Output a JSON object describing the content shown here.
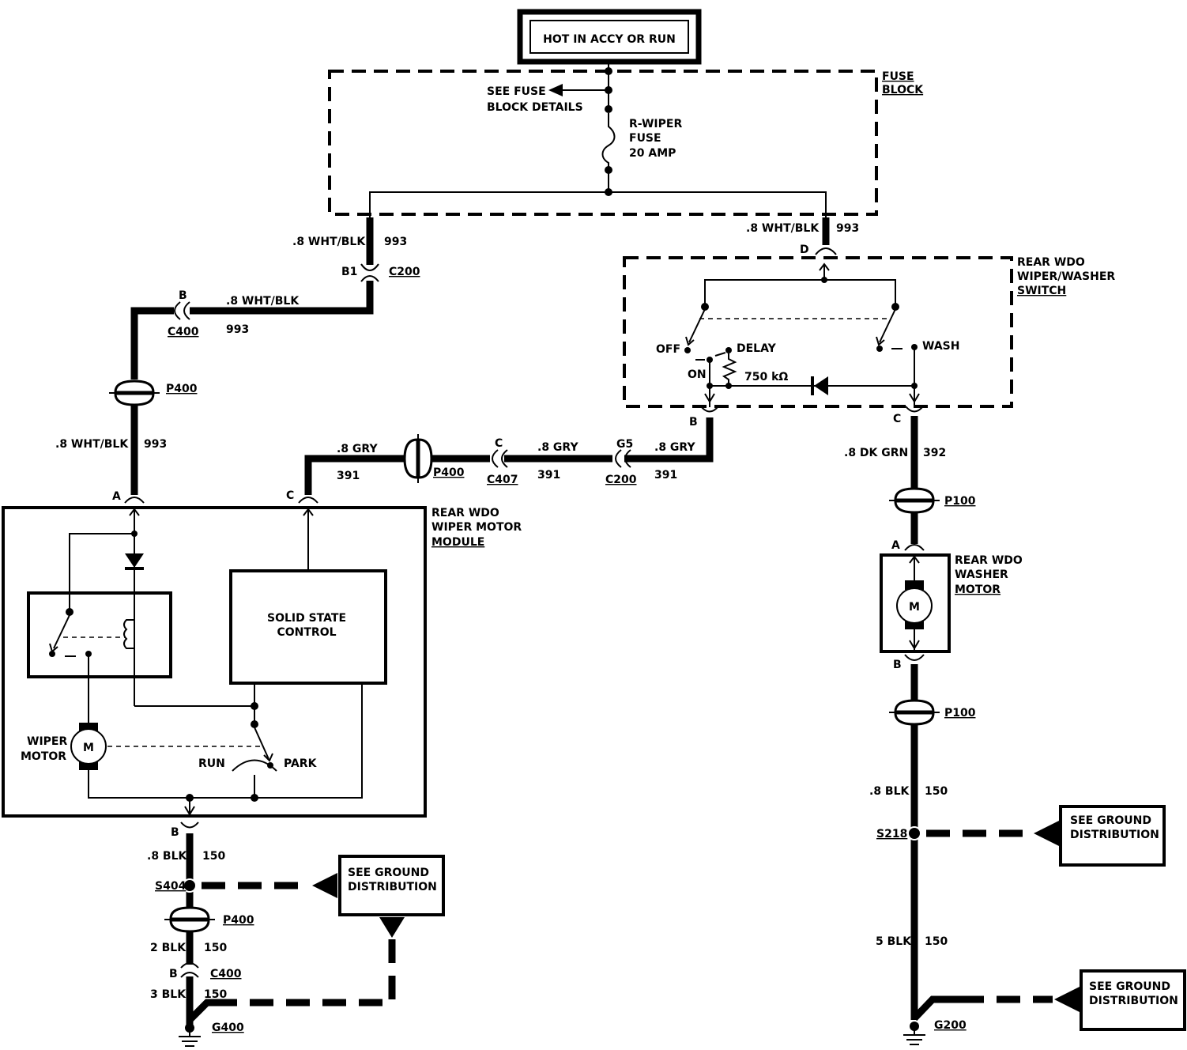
{
  "power_label": "HOT IN ACCY OR RUN",
  "fuse_block": {
    "label_1": "FUSE",
    "label_2": "BLOCK",
    "see_details_1": "SEE FUSE",
    "see_details_2": "BLOCK DETAILS",
    "fuse_1": "R-WIPER",
    "fuse_2": "FUSE",
    "fuse_3": "20 AMP"
  },
  "left_feed": {
    "wire_top": ".8 WHT/BLK",
    "circuit_top": "993",
    "pin_b1": "B1",
    "conn_c200": "C200",
    "pin_b": "B",
    "conn_c400": "C400",
    "wire_mid": ".8 WHT/BLK",
    "circuit_mid": "993",
    "passthru_p400": "P400",
    "wire_low": ".8 WHT/BLK",
    "circuit_low": "993"
  },
  "right_feed": {
    "wire": ".8 WHT/BLK",
    "circuit": "993",
    "pin_d": "D"
  },
  "switch": {
    "title_1": "REAR WDO",
    "title_2": "WIPER/WASHER",
    "title_3": "SWITCH",
    "off": "OFF",
    "delay": "DELAY",
    "on": "ON",
    "resistor": "750 kΩ",
    "wash": "WASH",
    "pin_b": "B",
    "pin_c": "C"
  },
  "gry_circuit": {
    "wire_1": ".8 GRY",
    "circuit_1": "391",
    "passthru_p400": "P400",
    "pin_c": "C",
    "conn_c407": "C407",
    "wire_2": ".8 GRY",
    "circuit_2": "391",
    "pin_g5": "G5",
    "conn_c200": "C200",
    "wire_3": ".8 GRY",
    "circuit_3": "391"
  },
  "wiper_module": {
    "title_1": "REAR WDO",
    "title_2": "WIPER MOTOR",
    "title_3": "MODULE",
    "pin_a": "A",
    "pin_c": "C",
    "control_1": "SOLID STATE",
    "control_2": "CONTROL",
    "motor_1": "WIPER",
    "motor_2": "MOTOR",
    "motor_symbol": "M",
    "run": "RUN",
    "park": "PARK",
    "pin_b": "B"
  },
  "left_ground": {
    "wire_1": ".8 BLK",
    "circuit_1": "150",
    "splice": "S404",
    "see_ground_1": "SEE GROUND",
    "see_ground_2": "DISTRIBUTION",
    "passthru_p400": "P400",
    "wire_2": "2 BLK",
    "circuit_2": "150",
    "pin_b": "B",
    "conn_c400": "C400",
    "wire_3": "3 BLK",
    "circuit_3": "150",
    "ground": "G400"
  },
  "washer": {
    "wire_top": ".8 DK GRN",
    "circuit_top": "392",
    "passthru_p100_top": "P100",
    "pin_a": "A",
    "title_1": "REAR WDO",
    "title_2": "WASHER",
    "title_3": "MOTOR",
    "motor_symbol": "M",
    "pin_b": "B",
    "passthru_p100_bottom": "P100",
    "wire_low": ".8 BLK",
    "circuit_low": "150",
    "splice": "S218",
    "see_ground_1a": "SEE GROUND",
    "see_ground_1b": "DISTRIBUTION",
    "wire_bottom": "5 BLK",
    "circuit_bottom": "150",
    "see_ground_2a": "SEE GROUND",
    "see_ground_2b": "DISTRIBUTION",
    "ground": "G200"
  }
}
